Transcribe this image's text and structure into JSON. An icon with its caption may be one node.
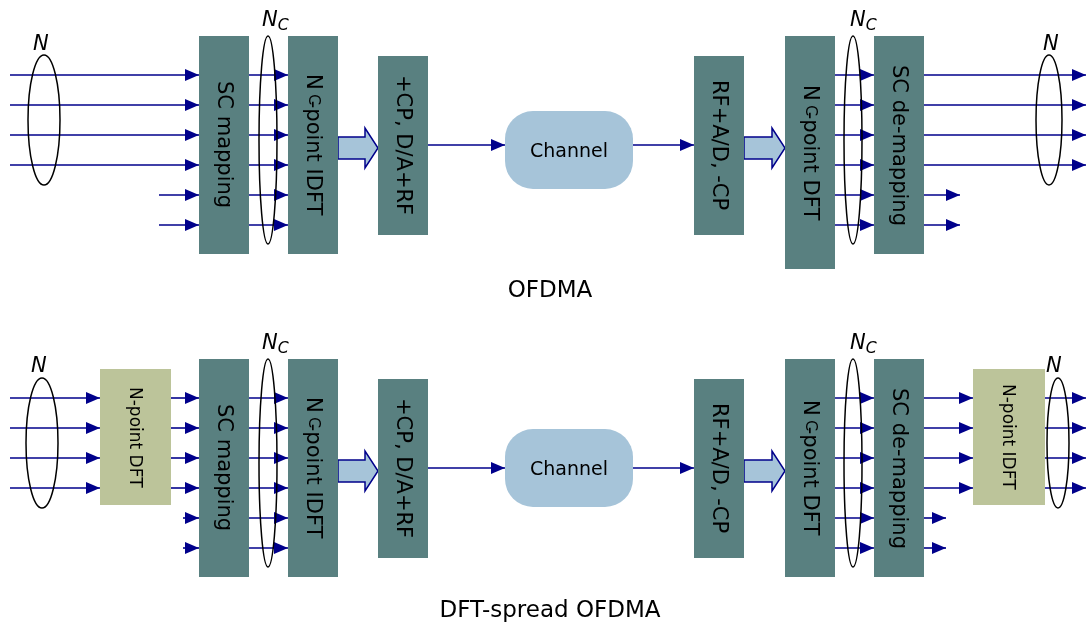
{
  "diagram": {
    "nodes": [
      {
        "text": [
          "SC mapping"
        ]
      },
      {
        "text": [
          "N$_{C}$-point IDFT"
        ]
      },
      {
        "text": [
          "+CP, D/A+RF"
        ]
      },
      {
        "text": [
          "Channel"
        ]
      },
      {
        "text": [
          "RF+A/D, -CP"
        ]
      },
      {
        "text": [
          "N$_{C}$-point DFT"
        ]
      },
      {
        "text": [
          "SC de-mapping"
        ]
      },
      {
        "text": [
          "N-point DFT"
        ]
      },
      {
        "text": [
          "SC mapping"
        ]
      },
      {
        "text": [
          "N$_{C}$-point IDFT"
        ]
      },
      {
        "text": [
          "+CP, D/A+RF"
        ]
      },
      {
        "text": [
          "Channel"
        ]
      },
      {
        "text": [
          "RF+A/D, -CP"
        ]
      },
      {
        "text": [
          "N$_{C}$-point DFT"
        ]
      },
      {
        "text": [
          "SC de-mapping"
        ]
      },
      {
        "text": [
          "N-point IDFT"
        ]
      }
    ],
    "edges": [
      {
        "from": null,
        "to": 0,
        "arrow": "to"
      },
      {
        "from": null,
        "to": 0,
        "arrow": "to"
      },
      {
        "from": null,
        "to": 0,
        "arrow": "to"
      },
      {
        "from": null,
        "to": 0,
        "arrow": "to"
      },
      {
        "from": null,
        "to": 0,
        "arrow": "to"
      },
      {
        "from": null,
        "to": 0,
        "arrow": "to"
      },
      {
        "from": 0,
        "to": 1,
        "arrow": "to"
      },
      {
        "from": 0,
        "to": 1,
        "arrow": "to"
      },
      {
        "from": 0,
        "to": 1,
        "arrow": "to"
      },
      {
        "from": 0,
        "to": 1,
        "arrow": "to"
      },
      {
        "from": 0,
        "to": 1,
        "arrow": "to"
      },
      {
        "from": 0,
        "to": 1,
        "arrow": "to"
      },
      {
        "from": 1,
        "to": 2,
        "arrow": "to",
        "style": "thick"
      },
      {
        "from": 2,
        "to": 3,
        "arrow": "to"
      },
      {
        "from": 3,
        "to": 4,
        "arrow": "to"
      },
      {
        "from": 4,
        "to": 5,
        "arrow": "to",
        "style": "thick"
      },
      {
        "from": 5,
        "to": 6,
        "arrow": "to"
      },
      {
        "from": 5,
        "to": 6,
        "arrow": "to"
      },
      {
        "from": 5,
        "to": 6,
        "arrow": "to"
      },
      {
        "from": 5,
        "to": 6,
        "arrow": "to"
      },
      {
        "from": 5,
        "to": 6,
        "arrow": "to"
      },
      {
        "from": 5,
        "to": 6,
        "arrow": "to"
      },
      {
        "from": 6,
        "to": null,
        "arrow": "to"
      },
      {
        "from": 6,
        "to": null,
        "arrow": "to"
      },
      {
        "from": 6,
        "to": null,
        "arrow": "to"
      },
      {
        "from": 6,
        "to": null,
        "arrow": "to"
      },
      {
        "from": 6,
        "to": null,
        "arrow": "to"
      },
      {
        "from": 6,
        "to": null,
        "arrow": "to"
      },
      {
        "from": null,
        "to": 7,
        "arrow": "to"
      },
      {
        "from": null,
        "to": 7,
        "arrow": "to"
      },
      {
        "from": null,
        "to": 7,
        "arrow": "to"
      },
      {
        "from": null,
        "to": 7,
        "arrow": "to"
      },
      {
        "from": 7,
        "to": 8,
        "arrow": "to"
      },
      {
        "from": 7,
        "to": 8,
        "arrow": "to"
      },
      {
        "from": 7,
        "to": 8,
        "arrow": "to"
      },
      {
        "from": 7,
        "to": 8,
        "arrow": "to"
      },
      {
        "from": null,
        "to": 8,
        "arrow": "to"
      },
      {
        "from": null,
        "to": 8,
        "arrow": "to"
      },
      {
        "from": 8,
        "to": 9,
        "arrow": "to"
      },
      {
        "from": 8,
        "to": 9,
        "arrow": "to"
      },
      {
        "from": 8,
        "to": 9,
        "arrow": "to"
      },
      {
        "from": 8,
        "to": 9,
        "arrow": "to"
      },
      {
        "from": 8,
        "to": 9,
        "arrow": "to"
      },
      {
        "from": 8,
        "to": 9,
        "arrow": "to"
      },
      {
        "from": 9,
        "to": 10,
        "arrow": "to",
        "style": "thick"
      },
      {
        "from": 10,
        "to": 11,
        "arrow": "to"
      },
      {
        "from": 11,
        "to": 12,
        "arrow": "to"
      },
      {
        "from": 12,
        "to": 13,
        "arrow": "to",
        "style": "thick"
      },
      {
        "from": 13,
        "to": 14,
        "arrow": "to"
      },
      {
        "from": 13,
        "to": 14,
        "arrow": "to"
      },
      {
        "from": 13,
        "to": 14,
        "arrow": "to"
      },
      {
        "from": 13,
        "to": 14,
        "arrow": "to"
      },
      {
        "from": 13,
        "to": 14,
        "arrow": "to"
      },
      {
        "from": 13,
        "to": 14,
        "arrow": "to"
      },
      {
        "from": 14,
        "to": 15,
        "arrow": "to"
      },
      {
        "from": 14,
        "to": 15,
        "arrow": "to"
      },
      {
        "from": 14,
        "to": 15,
        "arrow": "to"
      },
      {
        "from": 14,
        "to": 15,
        "arrow": "to"
      },
      {
        "from": 14,
        "to": null,
        "arrow": "to"
      },
      {
        "from": 14,
        "to": null,
        "arrow": "to"
      },
      {
        "from": 15,
        "to": null,
        "arrow": "to"
      },
      {
        "from": 15,
        "to": null,
        "arrow": "to"
      },
      {
        "from": 15,
        "to": null,
        "arrow": "to"
      },
      {
        "from": 15,
        "to": null,
        "arrow": "to"
      }
    ],
    "labels": [
      "N",
      "N$_{C}$",
      "N$_{C}$",
      "N",
      "OFDMA",
      "N",
      "N$_{C}$",
      "N$_{C}$",
      "N",
      "DFT-spread OFDMA"
    ]
  }
}
